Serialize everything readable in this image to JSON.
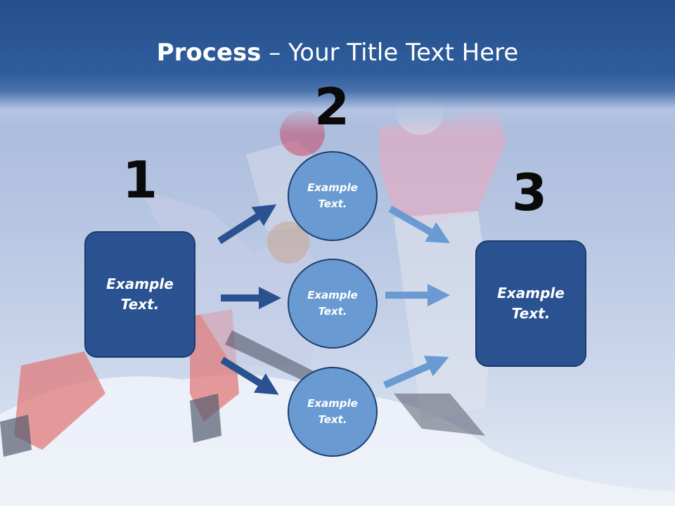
{
  "slide": {
    "title_bold": "Process",
    "title_rest": " – Your Title Text Here"
  },
  "steps": [
    {
      "number": "1",
      "label": "Example\nText."
    },
    {
      "number": "2",
      "label": "Example\nText."
    },
    {
      "number": "3",
      "label": "Example\nText."
    }
  ],
  "circles": [
    {
      "label": "Example\nText."
    },
    {
      "label": "Example\nText."
    },
    {
      "label": "Example\nText."
    }
  ],
  "colors": {
    "header": "#2f5d9c",
    "box_fill": "#2a5291",
    "circle_fill": "#6a9ad2",
    "arrow_dark": "#2a5291",
    "arrow_light": "#6a9ad2"
  }
}
